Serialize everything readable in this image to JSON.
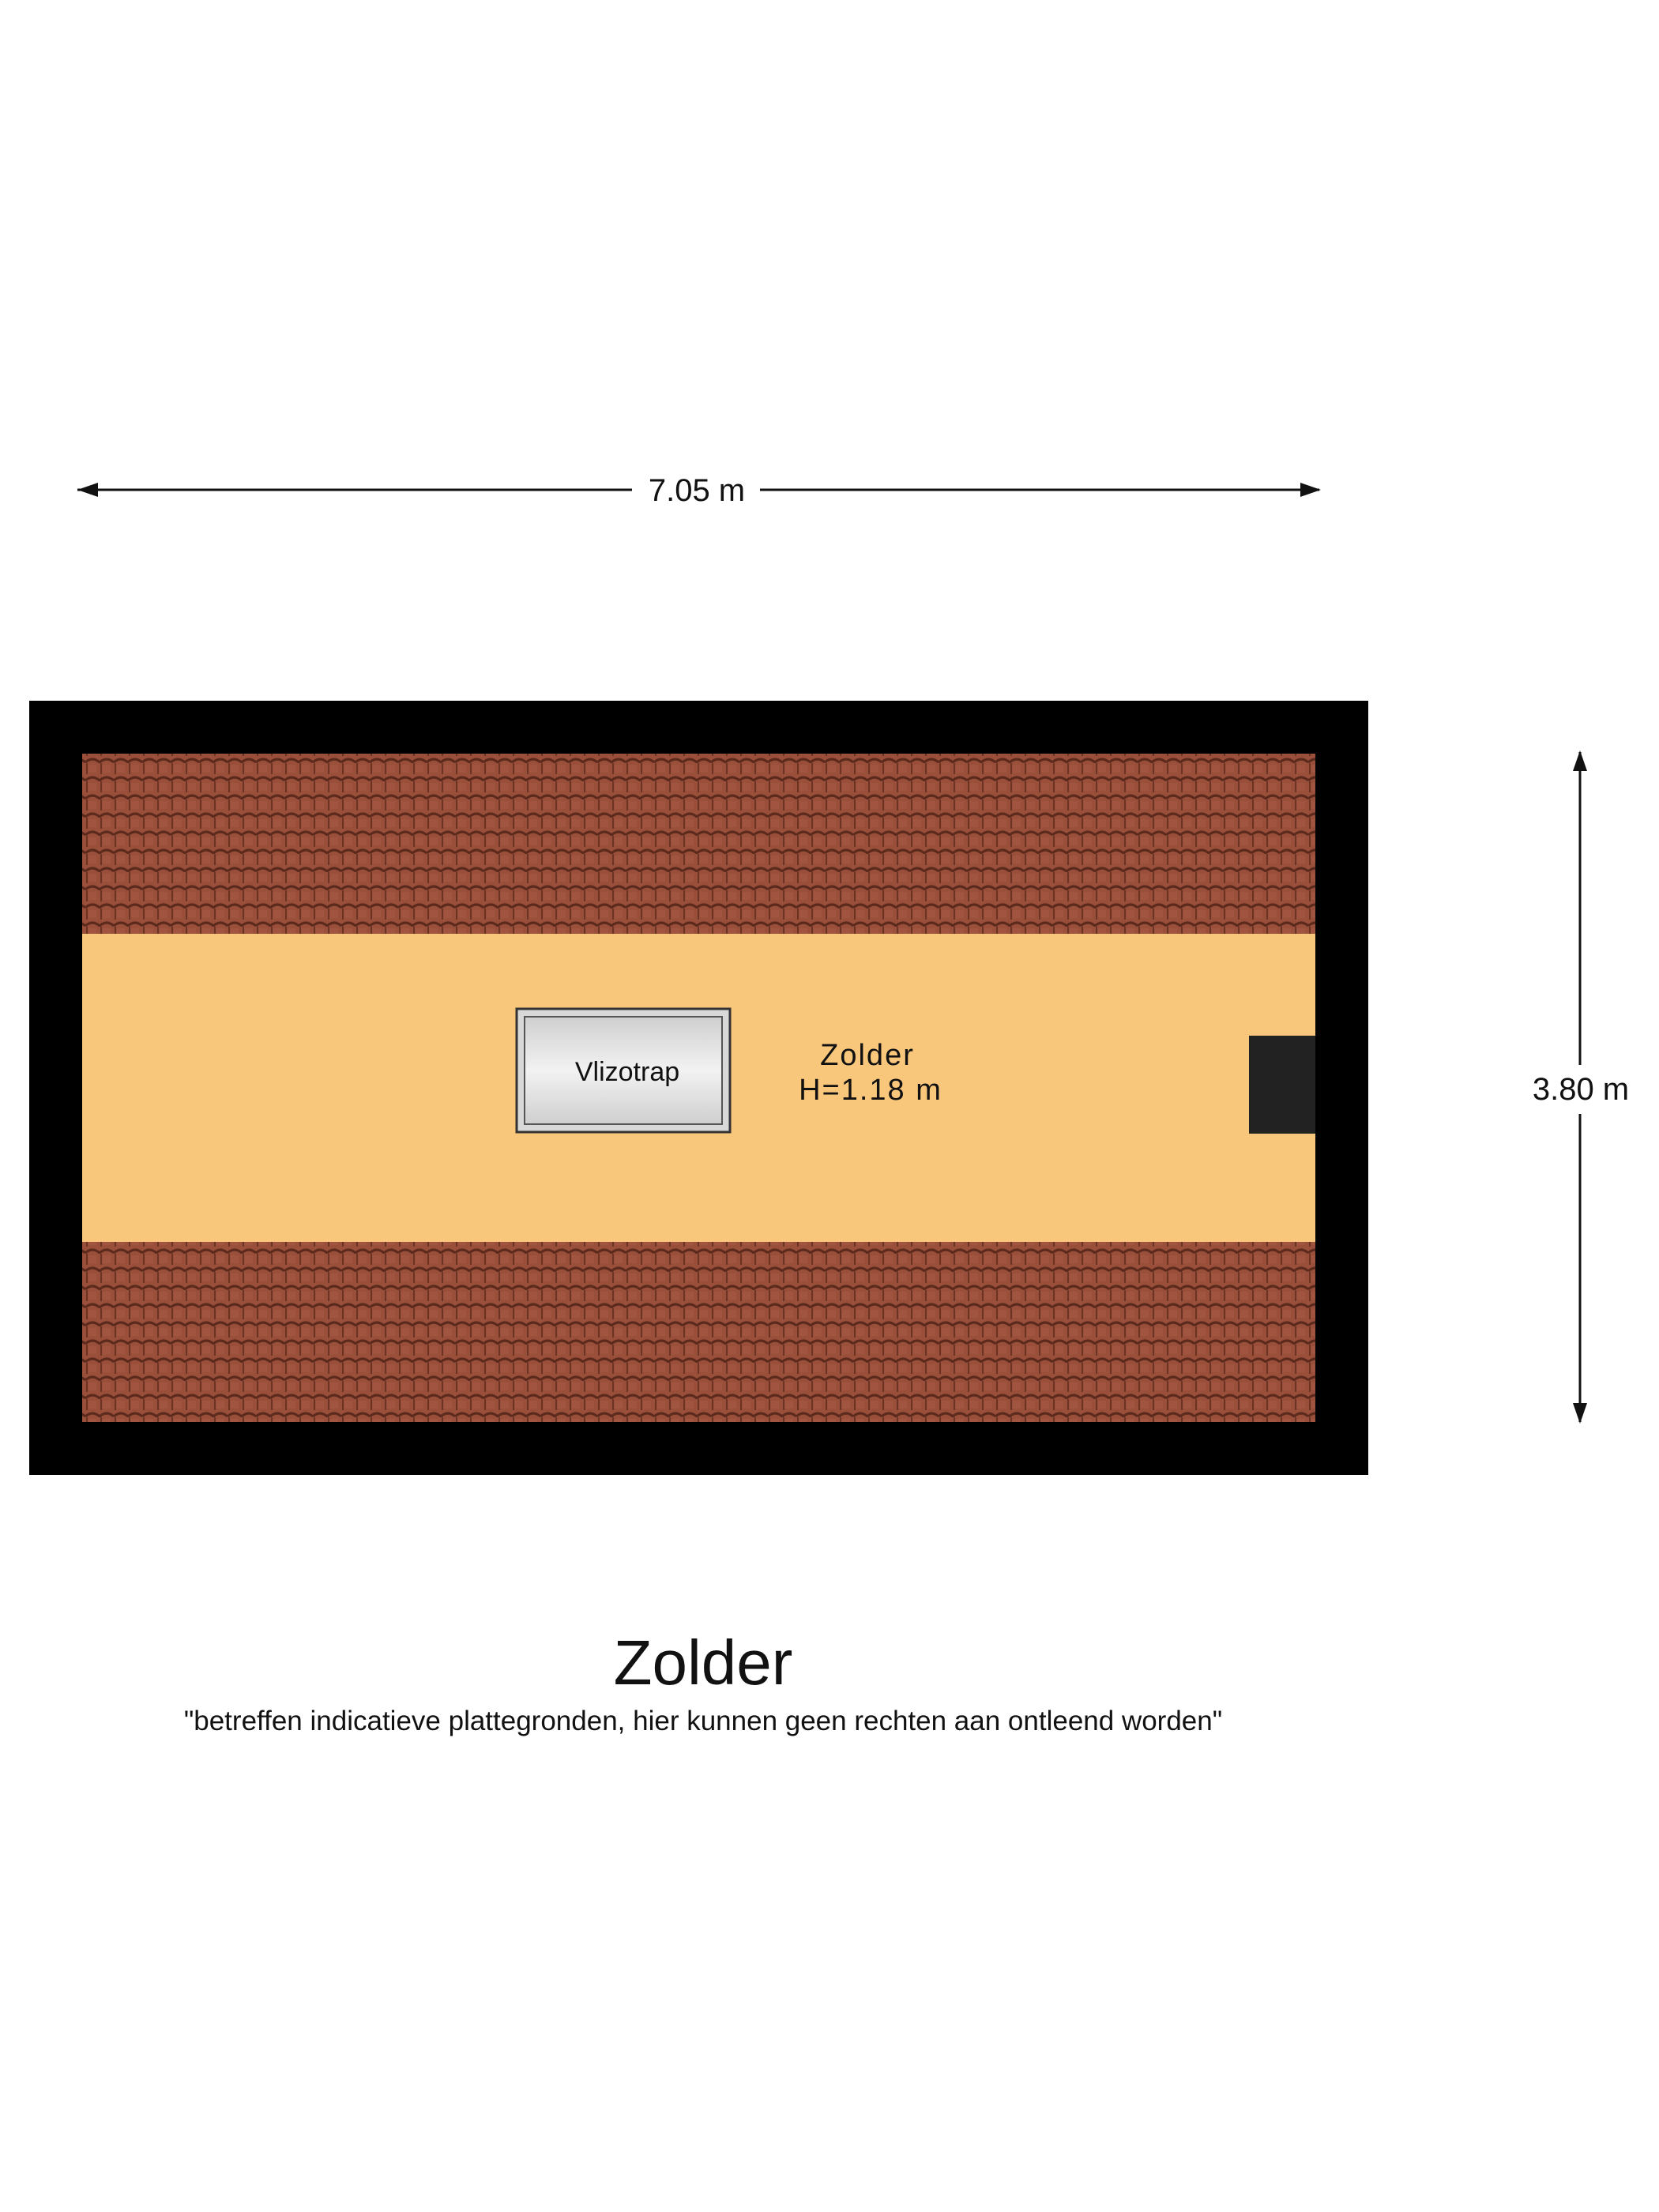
{
  "dimensions": {
    "width_label": "7.05 m",
    "height_label": "3.80 m"
  },
  "room": {
    "name": "Zolder",
    "height_label": "H=1.18 m"
  },
  "hatch": {
    "label": "Vlizotrap"
  },
  "caption": {
    "title": "Zolder",
    "disclaimer": "\"betreffen indicatieve plattegronden, hier kunnen geen rechten aan ontleend worden\""
  },
  "colors": {
    "outer_wall": "#000000",
    "floor": "#f9c77b",
    "roof_tile": "#9a4f3b",
    "roof_tile_dark": "#5b2a1d",
    "hatch_frame": "#d8d8d8",
    "chimney": "#222222"
  }
}
